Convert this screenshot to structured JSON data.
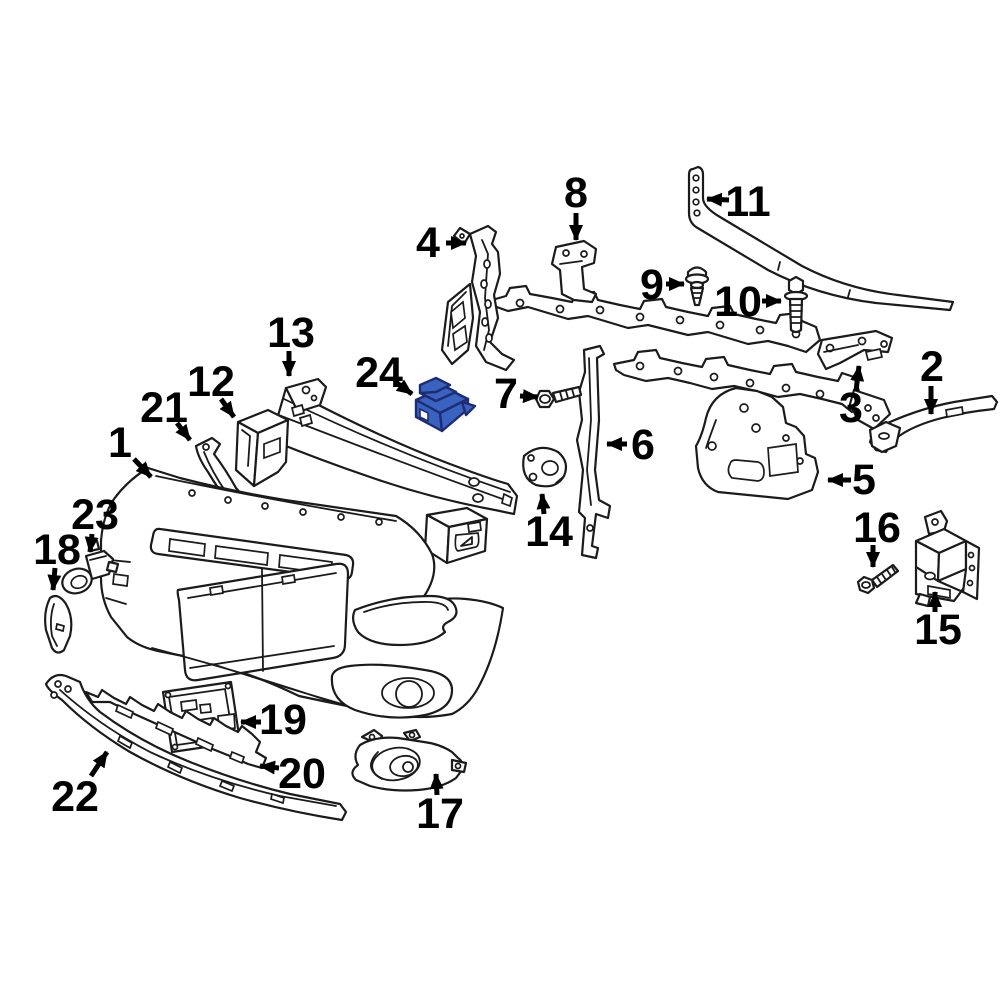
{
  "diagram": {
    "subject": "front-bumper-exploded-parts-diagram",
    "colors": {
      "background": "#ffffff",
      "line": "#1b1b1b",
      "label": "#000000",
      "highlight_fill": "#3a63c1",
      "highlight_stroke": "#1e2d72"
    },
    "highlighted_part": {
      "number": "24"
    },
    "callouts": [
      {
        "number": "1"
      },
      {
        "number": "2"
      },
      {
        "number": "3"
      },
      {
        "number": "4"
      },
      {
        "number": "5"
      },
      {
        "number": "6"
      },
      {
        "number": "7"
      },
      {
        "number": "8"
      },
      {
        "number": "9"
      },
      {
        "number": "10"
      },
      {
        "number": "11"
      },
      {
        "number": "12"
      },
      {
        "number": "13"
      },
      {
        "number": "14"
      },
      {
        "number": "15"
      },
      {
        "number": "16"
      },
      {
        "number": "17"
      },
      {
        "number": "18"
      },
      {
        "number": "19"
      },
      {
        "number": "20"
      },
      {
        "number": "21"
      },
      {
        "number": "22"
      },
      {
        "number": "23"
      },
      {
        "number": "24"
      }
    ]
  }
}
